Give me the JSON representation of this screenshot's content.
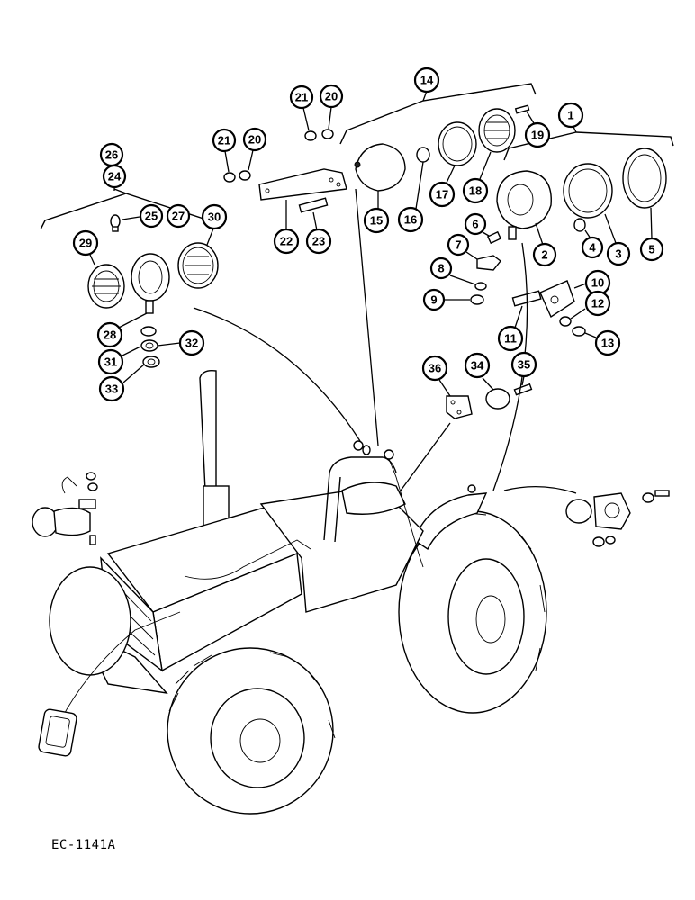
{
  "figure_code": "EC-1141A",
  "callouts": [
    {
      "id": "c1",
      "label": "1"
    },
    {
      "id": "c2",
      "label": "2"
    },
    {
      "id": "c3",
      "label": "3"
    },
    {
      "id": "c4",
      "label": "4"
    },
    {
      "id": "c5",
      "label": "5"
    },
    {
      "id": "c6",
      "label": "6"
    },
    {
      "id": "c7",
      "label": "7"
    },
    {
      "id": "c8",
      "label": "8"
    },
    {
      "id": "c9",
      "label": "9"
    },
    {
      "id": "c10",
      "label": "10"
    },
    {
      "id": "c11",
      "label": "11"
    },
    {
      "id": "c12",
      "label": "12"
    },
    {
      "id": "c13",
      "label": "13"
    },
    {
      "id": "c14",
      "label": "14"
    },
    {
      "id": "c15",
      "label": "15"
    },
    {
      "id": "c16",
      "label": "16"
    },
    {
      "id": "c17",
      "label": "17"
    },
    {
      "id": "c18",
      "label": "18"
    },
    {
      "id": "c19",
      "label": "19"
    },
    {
      "id": "c20a",
      "label": "20"
    },
    {
      "id": "c20b",
      "label": "20"
    },
    {
      "id": "c21a",
      "label": "21"
    },
    {
      "id": "c21b",
      "label": "21"
    },
    {
      "id": "c22",
      "label": "22"
    },
    {
      "id": "c23",
      "label": "23"
    },
    {
      "id": "c24",
      "label": "24"
    },
    {
      "id": "c25",
      "label": "25"
    },
    {
      "id": "c26",
      "label": "26"
    },
    {
      "id": "c27",
      "label": "27"
    },
    {
      "id": "c28",
      "label": "28"
    },
    {
      "id": "c29",
      "label": "29"
    },
    {
      "id": "c30",
      "label": "30"
    },
    {
      "id": "c31",
      "label": "31"
    },
    {
      "id": "c32",
      "label": "32"
    },
    {
      "id": "c33",
      "label": "33"
    },
    {
      "id": "c34",
      "label": "34"
    },
    {
      "id": "c35",
      "label": "35"
    },
    {
      "id": "c36",
      "label": "36"
    }
  ]
}
